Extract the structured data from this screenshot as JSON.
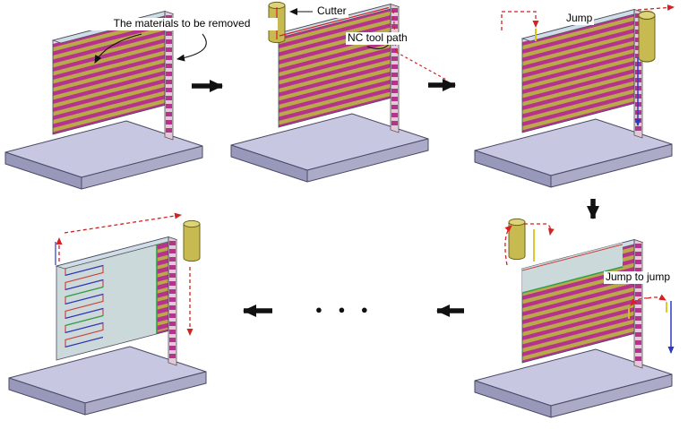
{
  "figure_labels": {
    "materials_to_remove": "The materials to be removed",
    "cutter": "Cutter",
    "nc_tool_path": "NC tool path",
    "jump": "Jump",
    "jump_to_jump": "Jump to jump",
    "continuation_dots": "● ● ●"
  },
  "colors": {
    "base_top": "#c7c7e2",
    "base_front": "#9898bb",
    "base_side": "#ababc8",
    "stripe_magenta": "#b5338c",
    "stripe_yellow": "#b9a94b",
    "wall_top_edge": "#cfdde8",
    "section_column": "#e4c9d9",
    "machined_surface": "#ccd9da",
    "cutter_body": "#c6ba50",
    "tool_path_red": "#d42222",
    "tool_path_blue": "#2b3bc0",
    "tool_path_green": "#2ba04a",
    "flow_arrow": "#111111"
  }
}
